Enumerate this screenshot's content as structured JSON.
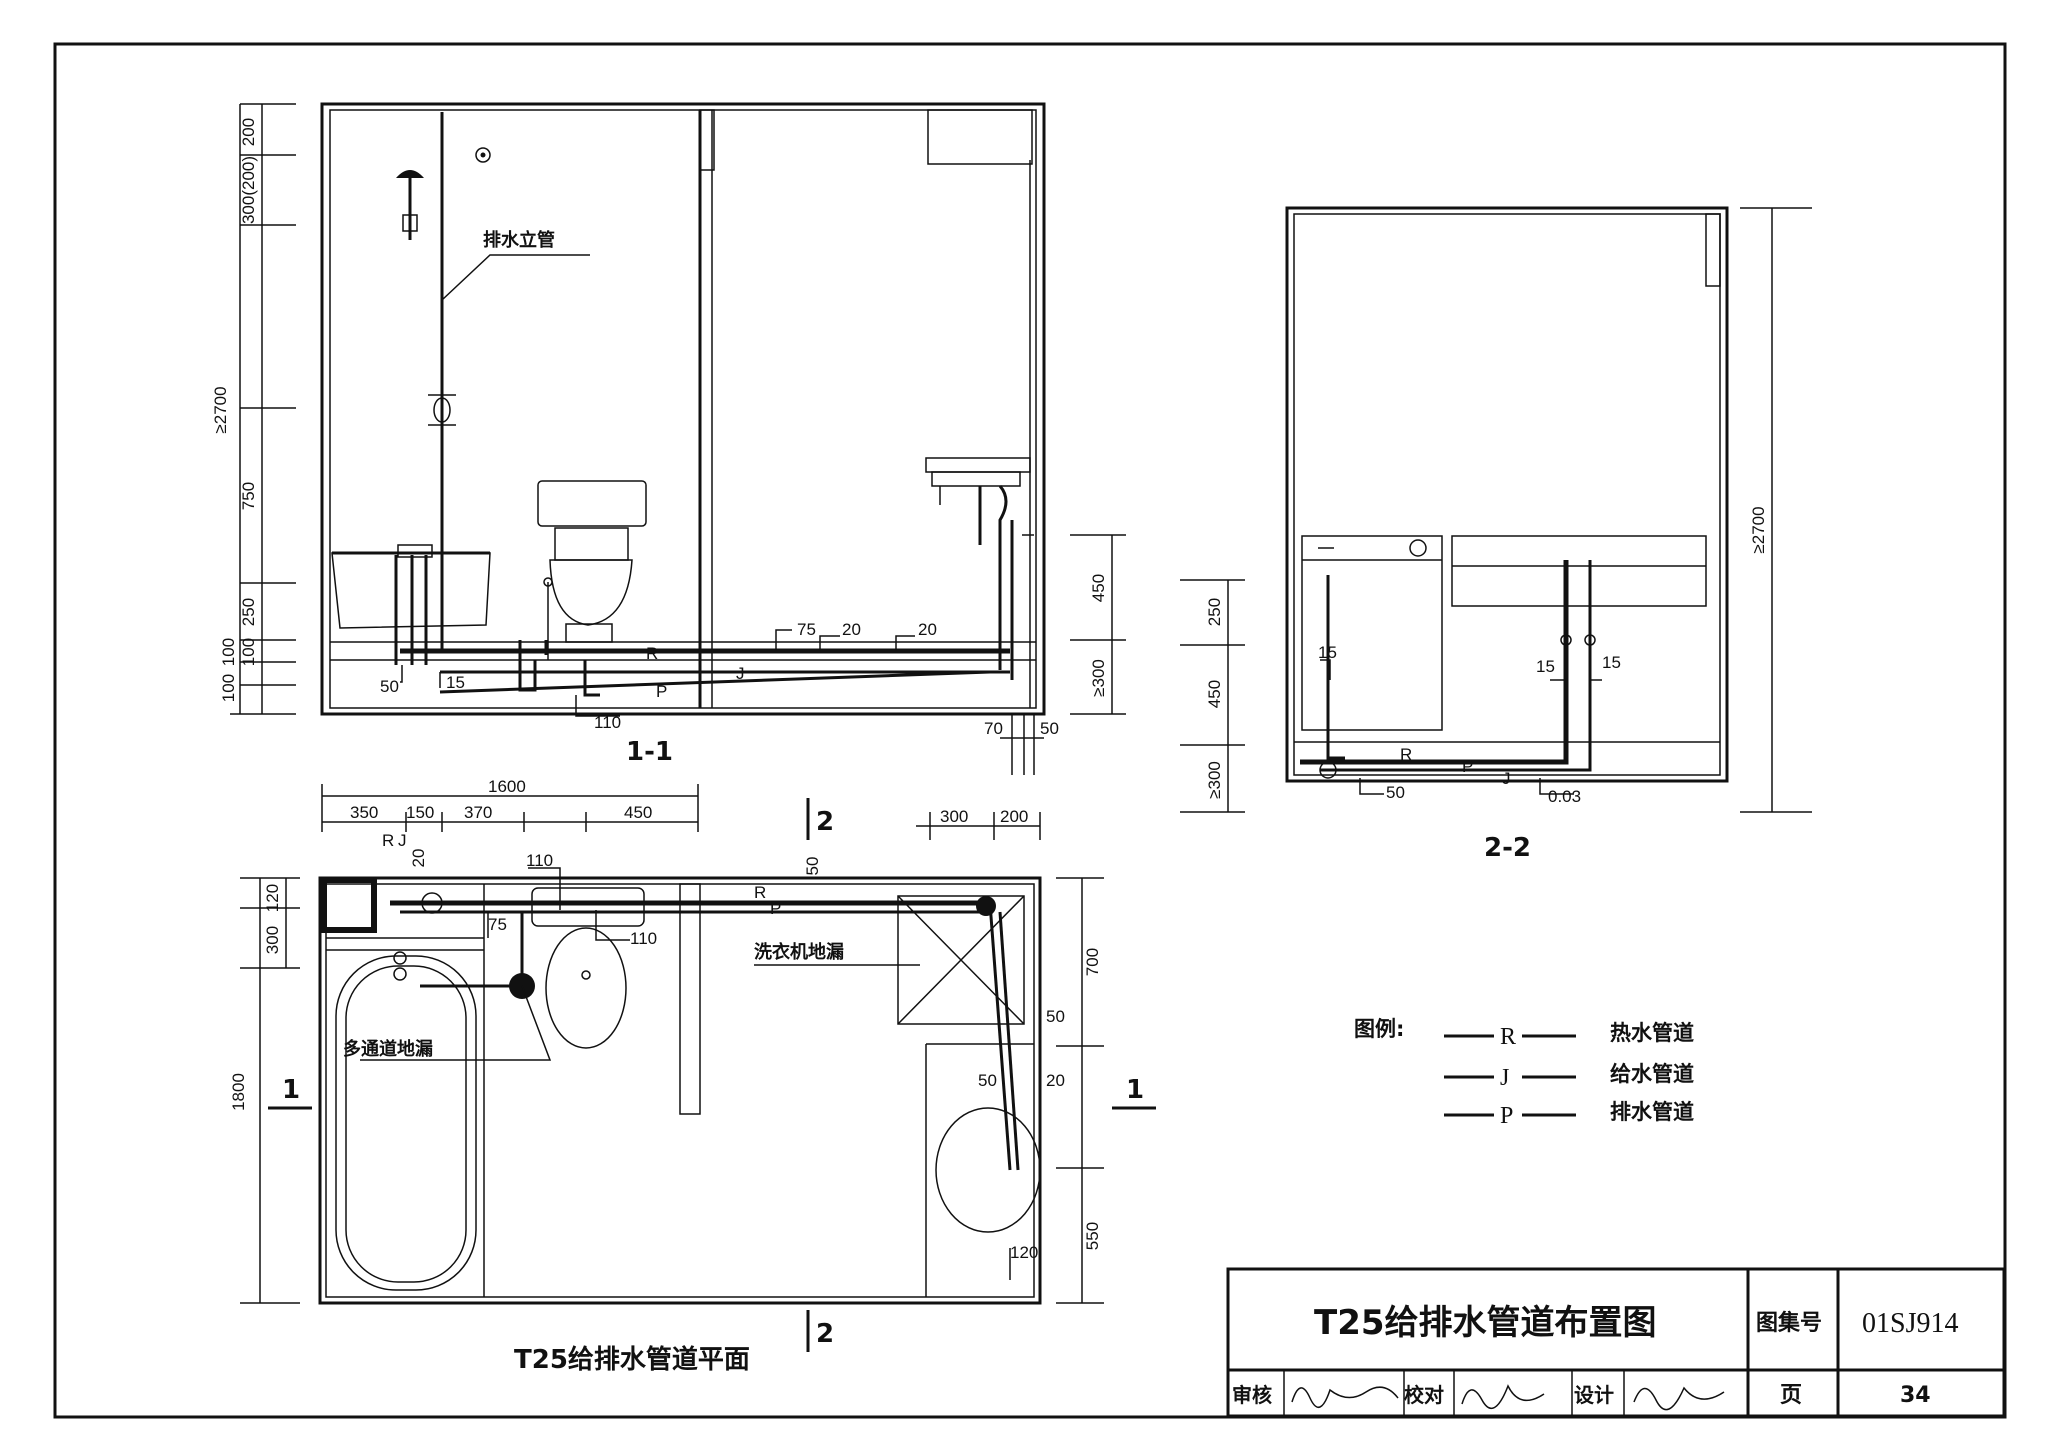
{
  "drawing": {
    "title": "T25给排水管道布置图",
    "views": {
      "section_1_label": "1-1",
      "section_2_label": "2-2",
      "plan_label": "T25给排水管道平面"
    },
    "annotations": {
      "drain_riser": "排水立管",
      "multi_channel_drain": "多通道地漏",
      "washer_drain": "洗衣机地漏"
    },
    "pipe_codes": {
      "hot": "R",
      "supply": "J",
      "drain": "P"
    },
    "dims_section_1": {
      "top_300_200": "300(200)",
      "top_200": "200",
      "total_height": "≥2700",
      "d750": "750",
      "d250": "250",
      "d100a": "100",
      "d100b": "100",
      "d100c": "100",
      "d450": "450",
      "ge300": "≥300",
      "p75": "75",
      "p20a": "20",
      "p20b": "20",
      "p50": "50",
      "p15": "15",
      "p110": "110",
      "p70": "70",
      "p50b": "50"
    },
    "dims_section_2": {
      "total_height": "≥2700",
      "d250": "250",
      "d450": "450",
      "ge300": "≥300",
      "p15a": "15",
      "p15b": "15",
      "p15c": "15",
      "p50": "50",
      "slope": "0.03"
    },
    "dims_plan": {
      "d1600": "1600",
      "d350": "350",
      "d150": "150",
      "d370": "370",
      "d450": "450",
      "d300": "300",
      "d200": "200",
      "d120": "120",
      "d300v": "300",
      "d1800": "1800",
      "d700": "700",
      "d550": "550",
      "d50a": "50",
      "d50b": "50",
      "d20a": "20",
      "d20b": "20",
      "d110a": "110",
      "d110b": "110",
      "d75": "75",
      "d120b": "120",
      "d50c": "50",
      "cut1a": "1",
      "cut1b": "1",
      "cut2a": "2",
      "cut2b": "2"
    },
    "legend": {
      "title": "图例:",
      "items": [
        {
          "code": "R",
          "label": "热水管道"
        },
        {
          "code": "J",
          "label": "给水管道"
        },
        {
          "code": "P",
          "label": "排水管道"
        }
      ]
    },
    "title_block": {
      "atlas_label": "图集号",
      "atlas_no": "01SJ914",
      "page_label": "页",
      "page_no": "34",
      "review_label": "审核",
      "check_label": "校对",
      "design_label": "设计"
    }
  }
}
